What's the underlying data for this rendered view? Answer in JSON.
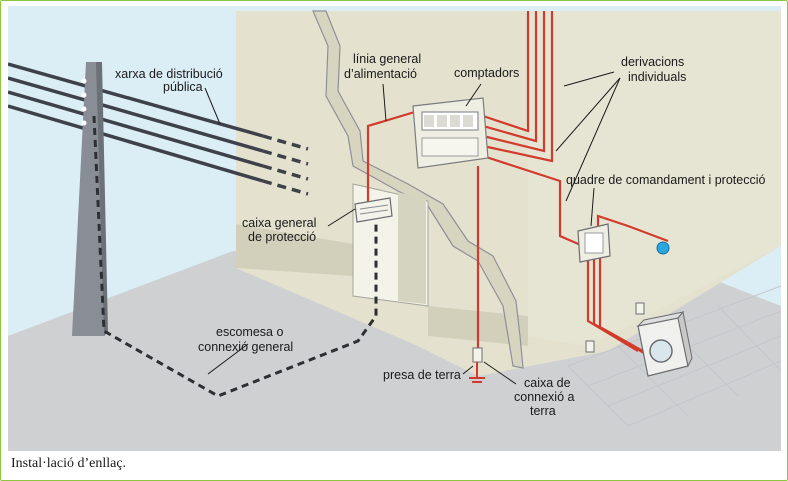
{
  "labels": {
    "xarxa_1": "xarxa de distribució",
    "xarxa_2": "pública",
    "linia_1": "línia general",
    "linia_2": "d’alimentació",
    "comptadors": "comptadors",
    "derivacions_1": "derivacions",
    "derivacions_2": "individuals",
    "quadre": "quadre de comandament i protecció",
    "caixa_gen_1": "caixa general",
    "caixa_gen_2": "de protecció",
    "escomesa_1": "escomesa o",
    "escomesa_2": "connexió general",
    "presa": "presa de terra",
    "caixa_con_1": "caixa de",
    "caixa_con_2": "connexió a",
    "caixa_con_3": "terra"
  },
  "caption": "Instal·lació d’enllaç.",
  "colors": {
    "frame_border": "#8cc63f",
    "background": "#dbeef6",
    "wall": "#e4e2cf",
    "ground": "#cfd0d2",
    "wire_red": "#d23a2c",
    "cable_dark": "#3e4149",
    "pole": "#888d96"
  }
}
